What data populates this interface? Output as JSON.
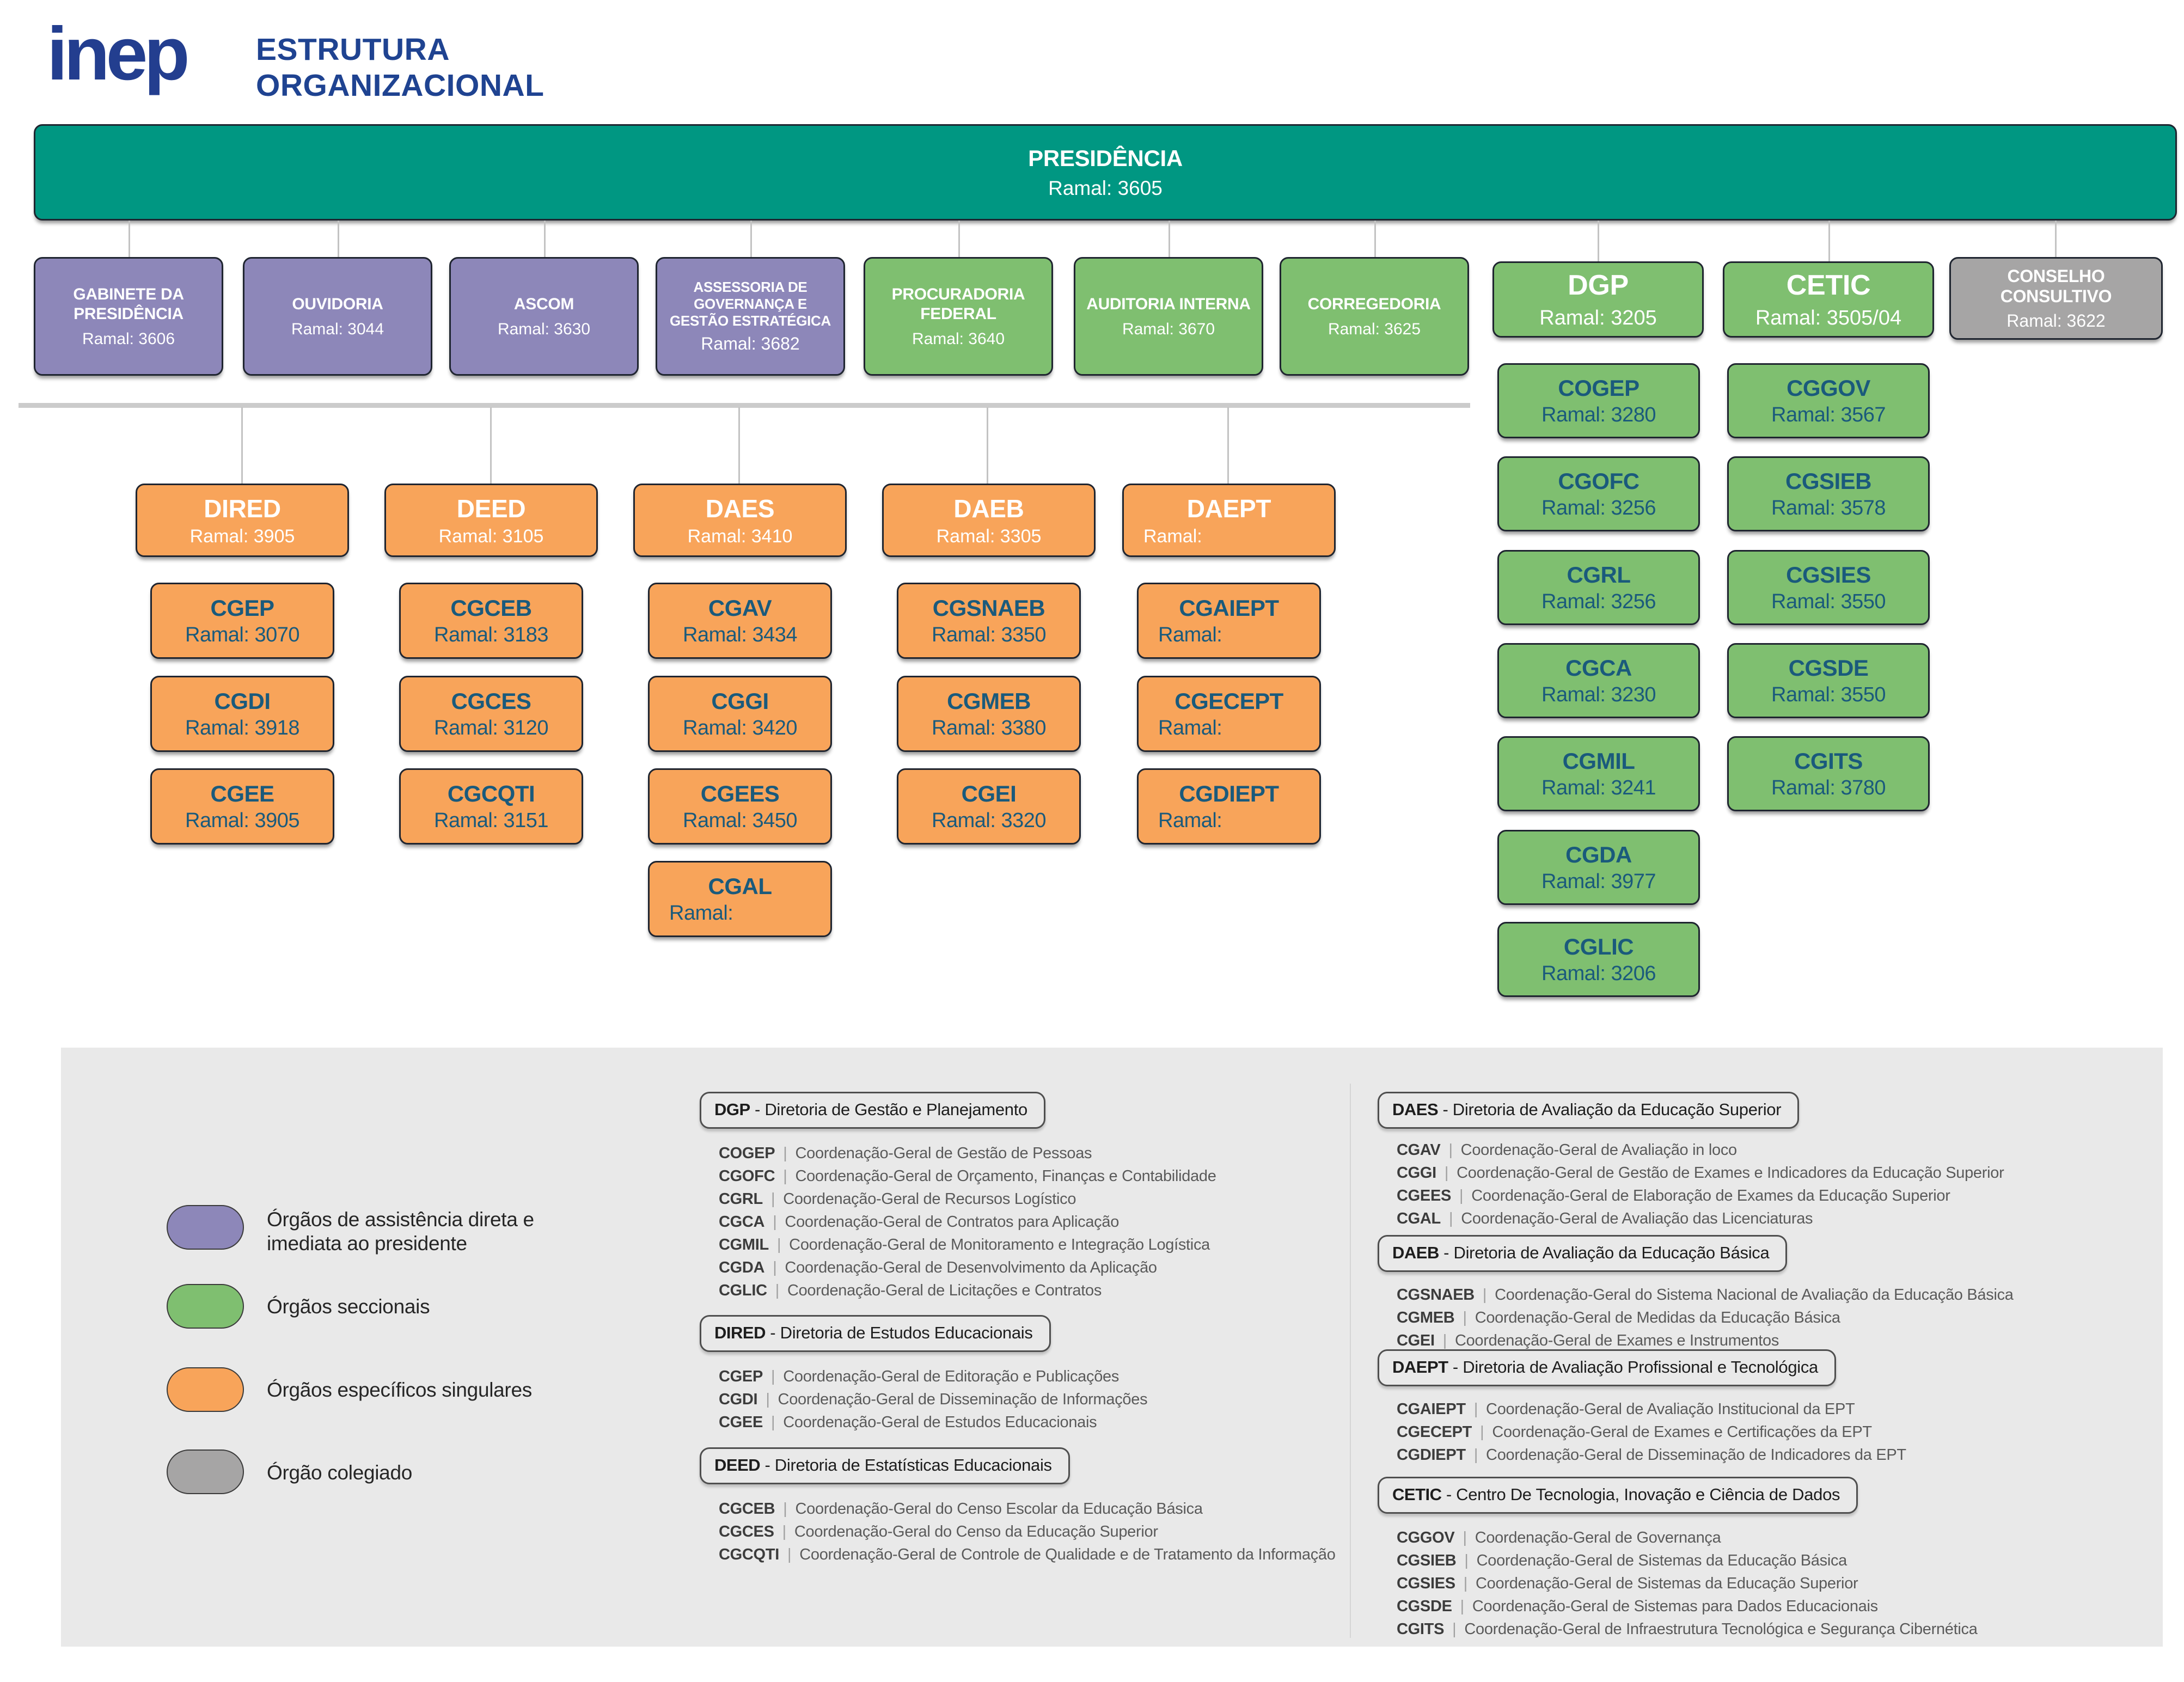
{
  "header": {
    "logo": "inep",
    "title1": "ESTRUTURA",
    "title2": "ORGANIZACIONAL"
  },
  "colors": {
    "teal": "#009782",
    "purple": "#8D87B9",
    "green": "#7FBF70",
    "orange": "#F8A45A",
    "gray": "#A6A5A5",
    "navy": "#233E8F",
    "box_text_blue": "#1A5A7C"
  },
  "presidencia": {
    "label": "PRESIDÊNCIA",
    "ramal": "Ramal: 3605"
  },
  "assistencia": [
    {
      "label": "GABINETE DA PRESIDÊNCIA",
      "ramal": "Ramal: 3606"
    },
    {
      "label": "OUVIDORIA",
      "ramal": "Ramal: 3044"
    },
    {
      "label": "ASCOM",
      "ramal": "Ramal: 3630"
    },
    {
      "label": "ASSESSORIA DE GOVERNANÇA E GESTÃO ESTRATÉGICA",
      "ramal": "Ramal: 3682"
    }
  ],
  "seccionais": [
    {
      "label": "PROCURADORIA FEDERAL",
      "ramal": "Ramal: 3640"
    },
    {
      "label": "AUDITORIA INTERNA",
      "ramal": "Ramal: 3670"
    },
    {
      "label": "CORREGEDORIA",
      "ramal": "Ramal: 3625"
    }
  ],
  "dgp": {
    "label": "DGP",
    "ramal": "Ramal: 3205",
    "children": [
      {
        "label": "COGEP",
        "ramal": "Ramal: 3280"
      },
      {
        "label": "CGOFC",
        "ramal": "Ramal: 3256"
      },
      {
        "label": "CGRL",
        "ramal": "Ramal: 3256"
      },
      {
        "label": "CGCA",
        "ramal": "Ramal: 3230"
      },
      {
        "label": "CGMIL",
        "ramal": "Ramal: 3241"
      },
      {
        "label": "CGDA",
        "ramal": "Ramal: 3977"
      },
      {
        "label": "CGLIC",
        "ramal": "Ramal: 3206"
      }
    ]
  },
  "cetic": {
    "label": "CETIC",
    "ramal": "Ramal: 3505/04",
    "children": [
      {
        "label": "CGGOV",
        "ramal": "Ramal: 3567"
      },
      {
        "label": "CGSIEB",
        "ramal": "Ramal: 3578"
      },
      {
        "label": "CGSIES",
        "ramal": "Ramal: 3550"
      },
      {
        "label": "CGSDE",
        "ramal": "Ramal: 3550"
      },
      {
        "label": "CGITS",
        "ramal": "Ramal: 3780"
      }
    ]
  },
  "conselho": {
    "label": "CONSELHO CONSULTIVO",
    "ramal": "Ramal: 3622"
  },
  "diretorias": [
    {
      "label": "DIRED",
      "ramal": "Ramal: 3905",
      "children": [
        {
          "label": "CGEP",
          "ramal": "Ramal: 3070"
        },
        {
          "label": "CGDI",
          "ramal": "Ramal: 3918"
        },
        {
          "label": "CGEE",
          "ramal": "Ramal: 3905"
        }
      ]
    },
    {
      "label": "DEED",
      "ramal": "Ramal: 3105",
      "children": [
        {
          "label": "CGCEB",
          "ramal": "Ramal: 3183"
        },
        {
          "label": "CGCES",
          "ramal": "Ramal: 3120"
        },
        {
          "label": "CGCQTI",
          "ramal": "Ramal: 3151"
        }
      ]
    },
    {
      "label": "DAES",
      "ramal": "Ramal: 3410",
      "children": [
        {
          "label": "CGAV",
          "ramal": "Ramal: 3434"
        },
        {
          "label": "CGGI",
          "ramal": "Ramal: 3420"
        },
        {
          "label": "CGEES",
          "ramal": "Ramal: 3450"
        },
        {
          "label": "CGAL",
          "ramal": "Ramal:"
        }
      ]
    },
    {
      "label": "DAEB",
      "ramal": "Ramal: 3305",
      "children": [
        {
          "label": "CGSNAEB",
          "ramal": "Ramal: 3350"
        },
        {
          "label": "CGMEB",
          "ramal": "Ramal: 3380"
        },
        {
          "label": "CGEI",
          "ramal": "Ramal: 3320"
        }
      ]
    },
    {
      "label": "DAEPT",
      "ramal": "Ramal:",
      "children": [
        {
          "label": "CGAIEPT",
          "ramal": "Ramal:"
        },
        {
          "label": "CGECEPT",
          "ramal": "Ramal:"
        },
        {
          "label": "CGDIEPT",
          "ramal": "Ramal:"
        }
      ]
    }
  ],
  "legend": [
    {
      "label": "Órgãos de assistência direta e imediata ao presidente",
      "color": "purple"
    },
    {
      "label": "Órgãos seccionais",
      "color": "green"
    },
    {
      "label": "Órgãos específicos singulares",
      "color": "orange"
    },
    {
      "label": "Órgão colegiado",
      "color": "gray"
    }
  ],
  "glossary": {
    "separator": "|",
    "left": [
      {
        "code": "DGP",
        "rest": " - Diretoria de Gestão e Planejamento",
        "items": [
          {
            "code": "COGEP",
            "desc": "Coordenação-Geral de Gestão de Pessoas"
          },
          {
            "code": "CGOFC",
            "desc": "Coordenação-Geral de Orçamento, Finanças e Contabilidade"
          },
          {
            "code": "CGRL",
            "desc": "Coordenação-Geral de Recursos Logístico"
          },
          {
            "code": "CGCA",
            "desc": "Coordenação-Geral de Contratos para Aplicação"
          },
          {
            "code": "CGMIL",
            "desc": "Coordenação-Geral de Monitoramento e Integração Logística"
          },
          {
            "code": "CGDA",
            "desc": "Coordenação-Geral de Desenvolvimento da Aplicação"
          },
          {
            "code": "CGLIC",
            "desc": "Coordenação-Geral de Licitações e Contratos"
          }
        ]
      },
      {
        "code": "DIRED",
        "rest": " - Diretoria de Estudos Educacionais",
        "items": [
          {
            "code": "CGEP",
            "desc": "Coordenação-Geral de Editoração e Publicações"
          },
          {
            "code": "CGDI",
            "desc": "Coordenação-Geral de Disseminação de Informações"
          },
          {
            "code": "CGEE",
            "desc": "Coordenação-Geral de Estudos Educacionais"
          }
        ]
      },
      {
        "code": "DEED",
        "rest": " - Diretoria de Estatísticas Educacionais",
        "items": [
          {
            "code": "CGCEB",
            "desc": "Coordenação-Geral do Censo Escolar da Educação Básica"
          },
          {
            "code": "CGCES",
            "desc": "Coordenação-Geral do Censo da Educação Superior"
          },
          {
            "code": "CGCQTI",
            "desc": "Coordenação-Geral de Controle de Qualidade e de Tratamento da Informação"
          }
        ]
      }
    ],
    "right": [
      {
        "code": "DAES",
        "rest": " - Diretoria de Avaliação da Educação Superior",
        "items": [
          {
            "code": "CGAV",
            "desc": "Coordenação-Geral de Avaliação in loco"
          },
          {
            "code": "CGGI",
            "desc": "Coordenação-Geral de Gestão de Exames e Indicadores da Educação Superior"
          },
          {
            "code": "CGEES",
            "desc": "Coordenação-Geral de Elaboração de Exames da Educação Superior"
          },
          {
            "code": "CGAL",
            "desc": "Coordenação-Geral de Avaliação das Licenciaturas"
          }
        ]
      },
      {
        "code": "DAEB",
        "rest": " - Diretoria de Avaliação da Educação Básica",
        "items": [
          {
            "code": "CGSNAEB",
            "desc": "Coordenação-Geral do Sistema Nacional de Avaliação da Educação Básica"
          },
          {
            "code": "CGMEB",
            "desc": "Coordenação-Geral de Medidas da Educação Básica"
          },
          {
            "code": "CGEI",
            "desc": "Coordenação-Geral de Exames e Instrumentos"
          }
        ]
      },
      {
        "code": "DAEPT",
        "rest": " - Diretoria de Avaliação Profissional e Tecnológica",
        "items": [
          {
            "code": "CGAIEPT",
            "desc": "Coordenação-Geral de Avaliação Institucional da EPT"
          },
          {
            "code": "CGECEPT",
            "desc": "Coordenação-Geral de Exames e Certificações da EPT"
          },
          {
            "code": "CGDIEPT",
            "desc": "Coordenação-Geral de Disseminação de Indicadores da EPT"
          }
        ]
      },
      {
        "code": "CETIC",
        "rest": " - Centro De Tecnologia, Inovação e Ciência de Dados",
        "items": [
          {
            "code": "CGGOV",
            "desc": "Coordenação-Geral de Governança"
          },
          {
            "code": "CGSIEB",
            "desc": "Coordenação-Geral de Sistemas da Educação Básica"
          },
          {
            "code": "CGSIES",
            "desc": "Coordenação-Geral de Sistemas da Educação Superior"
          },
          {
            "code": "CGSDE",
            "desc": "Coordenação-Geral de Sistemas para Dados Educacionais"
          },
          {
            "code": "CGITS",
            "desc": "Coordenação-Geral de Infraestrutura Tecnológica e Segurança Cibernética"
          }
        ]
      }
    ]
  }
}
